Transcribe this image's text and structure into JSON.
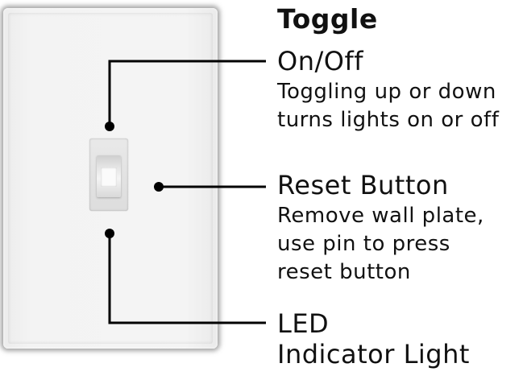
{
  "diagram": {
    "heading": "Toggle",
    "callouts": [
      {
        "label": "On/Off",
        "description_lines": [
          "Toggling up or down",
          "turns lights on or off"
        ]
      },
      {
        "label": "Reset Button",
        "description_lines": [
          "Remove wall plate,",
          "use pin to press",
          "reset button"
        ]
      },
      {
        "label_lines": [
          "LED",
          "Indicator Light"
        ]
      }
    ]
  },
  "colors": {
    "text": "#111111",
    "leader_lines": "#000000",
    "wall_plate": "#f3f3f3",
    "background": "#ffffff"
  },
  "icons": {
    "wall_plate": "light-switch-wall-plate",
    "toggle": "toggle-switch-lever"
  }
}
